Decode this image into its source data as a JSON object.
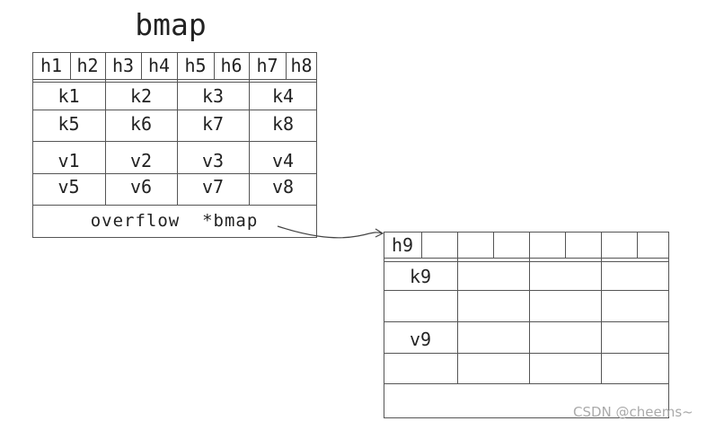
{
  "main_bmap": {
    "title": "bmap",
    "tophash": [
      "h1",
      "h2",
      "h3",
      "h4",
      "h5",
      "h6",
      "h7",
      "h8"
    ],
    "keys": [
      [
        "k1",
        "k2",
        "k3",
        "k4"
      ],
      [
        "k5",
        "k6",
        "k7",
        "k8"
      ]
    ],
    "values": [
      [
        "v1",
        "v2",
        "v3",
        "v4"
      ],
      [
        "v5",
        "v6",
        "v7",
        "v8"
      ]
    ],
    "overflow_label": "overflow  *bmap"
  },
  "overflow_bmap": {
    "tophash": [
      "h9",
      "",
      "",
      "",
      "",
      "",
      "",
      ""
    ],
    "keys": [
      [
        "k9",
        "",
        "",
        ""
      ],
      [
        "",
        "",
        "",
        ""
      ]
    ],
    "values": [
      [
        "v9",
        "",
        "",
        ""
      ],
      [
        "",
        "",
        "",
        ""
      ]
    ]
  },
  "watermark": "CSDN @cheems~"
}
